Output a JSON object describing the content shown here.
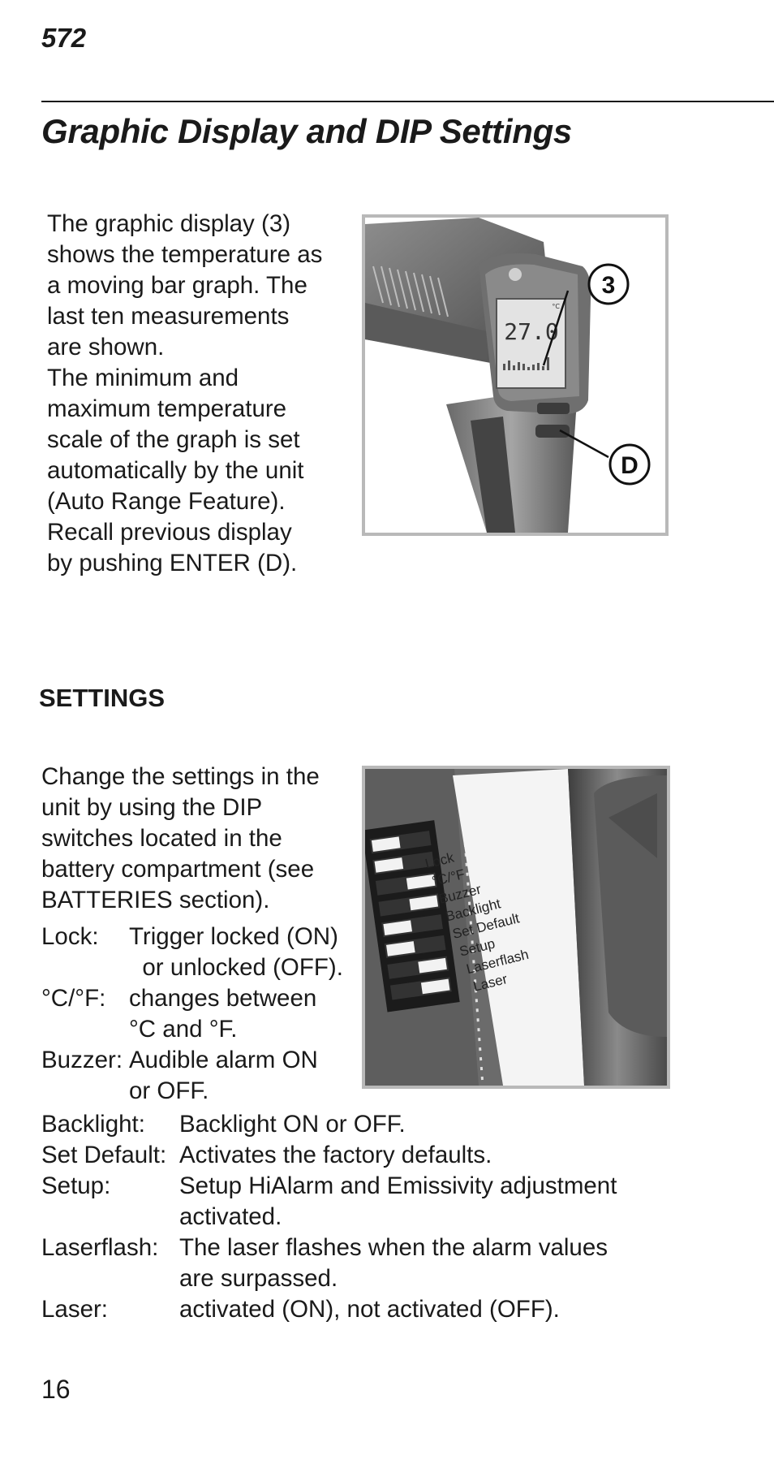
{
  "header": {
    "model": "572"
  },
  "title": "Graphic Display and DIP Settings",
  "graphic_display": {
    "lines": [
      "The graphic display (3)",
      "shows the temperature as",
      "a moving bar graph. The",
      "last ten measurements",
      "are shown.",
      "The minimum and",
      "maximum temperature",
      "scale of the graph is set",
      "automatically by the unit",
      "(Auto Range Feature).",
      "Recall previous display",
      "by pushing ENTER (D)."
    ],
    "figure": {
      "display_reading": "27.0",
      "display_unit": "°C",
      "callout_display": "3",
      "callout_button": "D"
    }
  },
  "settings": {
    "heading": "SETTINGS",
    "intro_lines": [
      "Change the settings in the",
      "unit by using the DIP",
      "switches located in the",
      "battery compartment (see",
      "BATTERIES section)."
    ],
    "items_narrow": [
      {
        "term": "Lock:",
        "def": [
          "Trigger locked (ON)",
          "  or unlocked (OFF)."
        ]
      },
      {
        "term": "°C/°F:",
        "def": [
          "changes between",
          "°C and °F."
        ]
      },
      {
        "term": "Buzzer:",
        "def": [
          "Audible alarm ON",
          "or OFF."
        ]
      }
    ],
    "items_wide": [
      {
        "term": "Backlight:",
        "def": [
          "Backlight ON or OFF."
        ]
      },
      {
        "term": "Set Default:",
        "def": [
          "Activates the factory defaults."
        ]
      },
      {
        "term": "Setup:",
        "def": [
          "Setup HiAlarm and Emissivity adjustment",
          "activated."
        ]
      },
      {
        "term": "Laserflash:",
        "def": [
          "The laser flashes when the alarm values",
          "are surpassed."
        ]
      },
      {
        "term": "Laser:",
        "def": [
          "activated (ON), not activated (OFF)."
        ]
      }
    ],
    "figure": {
      "switch_labels": [
        "Lock",
        "°C/°F",
        "Buzzer",
        "Backlight",
        "Set Default",
        "Setup",
        "Laserflash",
        "Laser"
      ],
      "switch_states": [
        0,
        0,
        1,
        1,
        0,
        0,
        1,
        1
      ]
    }
  },
  "page_number": "16"
}
